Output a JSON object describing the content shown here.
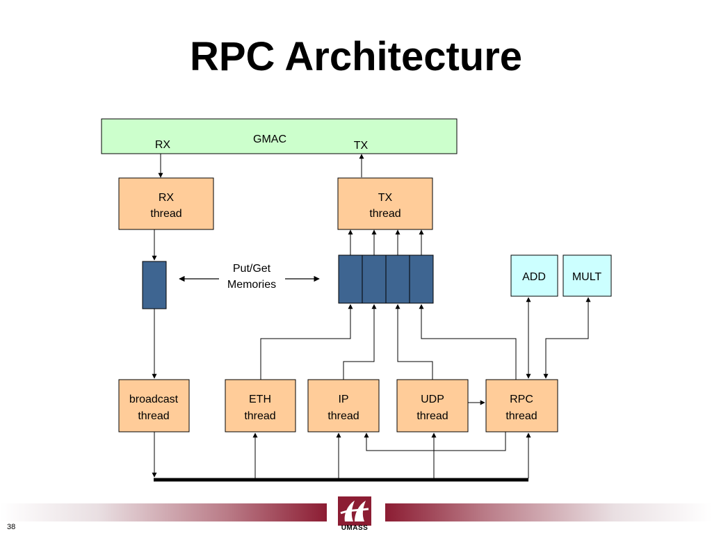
{
  "slide": {
    "title": "RPC Architecture",
    "page_number": "38",
    "logo_text": "UMASS",
    "logo_icon": "umass-logo-icon"
  },
  "diagram": {
    "gmac": {
      "label": "GMAC",
      "rx_label": "RX",
      "tx_label": "TX"
    },
    "rx_thread": [
      "RX",
      "thread"
    ],
    "tx_thread": [
      "TX",
      "thread"
    ],
    "memories_label": [
      "Put/Get",
      "Memories"
    ],
    "add": "ADD",
    "mult": "MULT",
    "threads": {
      "broadcast": [
        "broadcast",
        "thread"
      ],
      "eth": [
        "ETH",
        "thread"
      ],
      "ip": [
        "IP",
        "thread"
      ],
      "udp": [
        "UDP",
        "thread"
      ],
      "rpc": [
        "RPC",
        "thread"
      ]
    },
    "colors": {
      "gmac_fill": "#ccffcc",
      "thread_fill": "#ffcc99",
      "memory_fill": "#3e6591",
      "alu_fill": "#ccffff"
    }
  }
}
